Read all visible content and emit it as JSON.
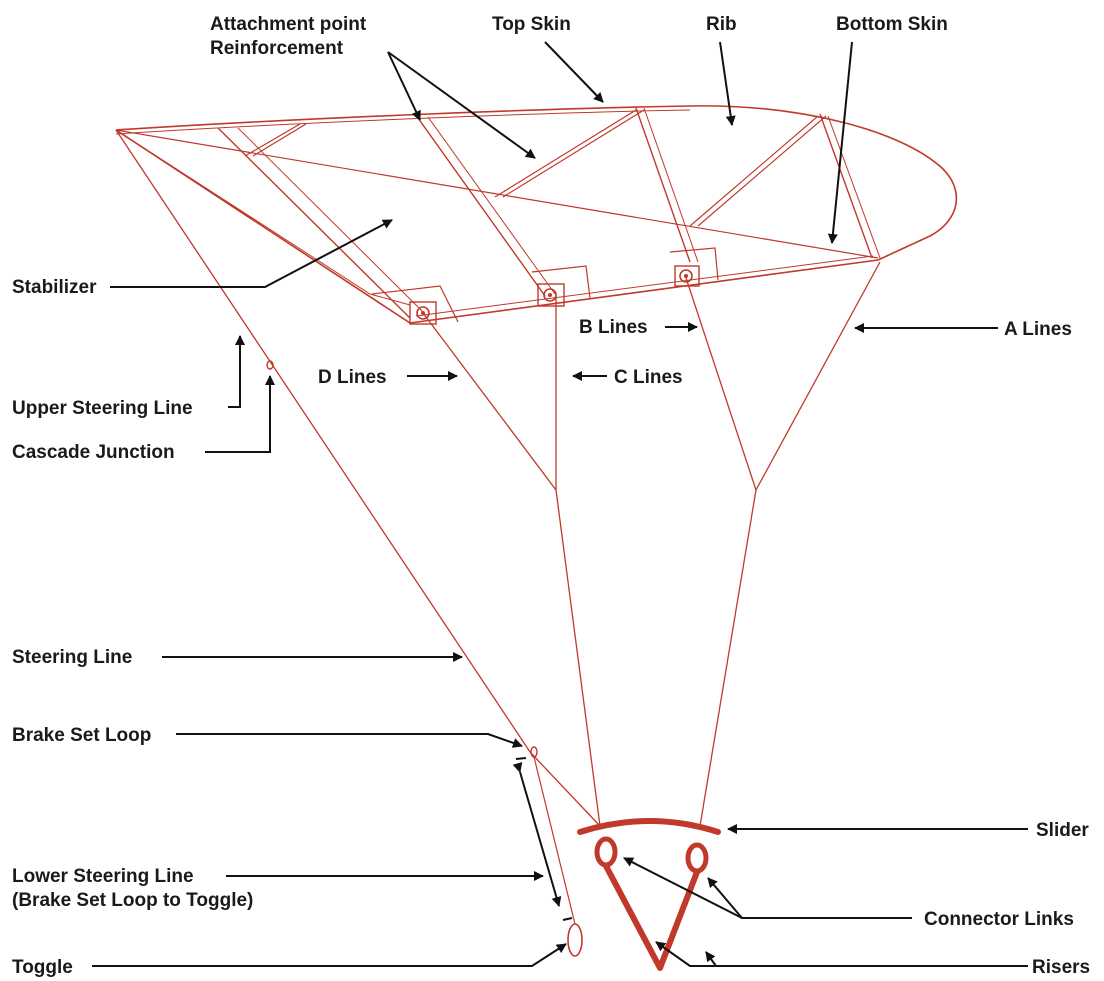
{
  "labels": {
    "attachment_point": "Attachment point",
    "reinforcement": "Reinforcement",
    "top_skin": "Top Skin",
    "rib": "Rib",
    "bottom_skin": "Bottom Skin",
    "stabilizer": "Stabilizer",
    "b_lines": "B Lines",
    "a_lines": "A Lines",
    "d_lines": "D Lines",
    "c_lines": "C Lines",
    "upper_steering_line": "Upper Steering Line",
    "cascade_junction": "Cascade Junction",
    "steering_line": "Steering Line",
    "brake_set_loop": "Brake Set Loop",
    "lower_steering_line": "Lower Steering Line",
    "lower_steering_line_note": "(Brake Set Loop to Toggle)",
    "slider": "Slider",
    "connector_links": "Connector Links",
    "toggle": "Toggle",
    "risers": "Risers"
  },
  "colors": {
    "structure": "#c0392b",
    "labels": "#1a1a1a",
    "pointers": "#111111"
  }
}
